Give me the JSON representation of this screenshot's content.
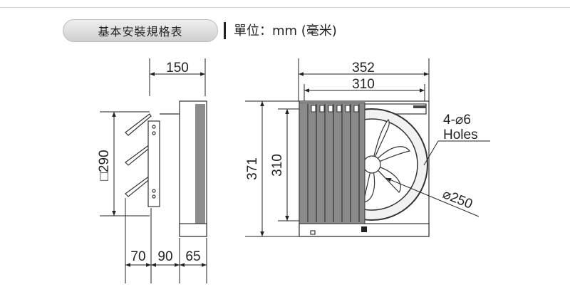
{
  "header": {
    "spec_label": "基本安裝規格表",
    "unit_label": "單位：mm (毫米)"
  },
  "side_view": {
    "depth_top": "150",
    "height_label": "□290",
    "bottom_dims": [
      "70",
      "90",
      "65"
    ]
  },
  "front_view": {
    "outer_width": "352",
    "inner_width": "310",
    "outer_height": "371",
    "inner_height": "310",
    "holes_line1": "4-⌀6",
    "holes_line2": "Holes",
    "fan_diameter": "⌀250"
  }
}
